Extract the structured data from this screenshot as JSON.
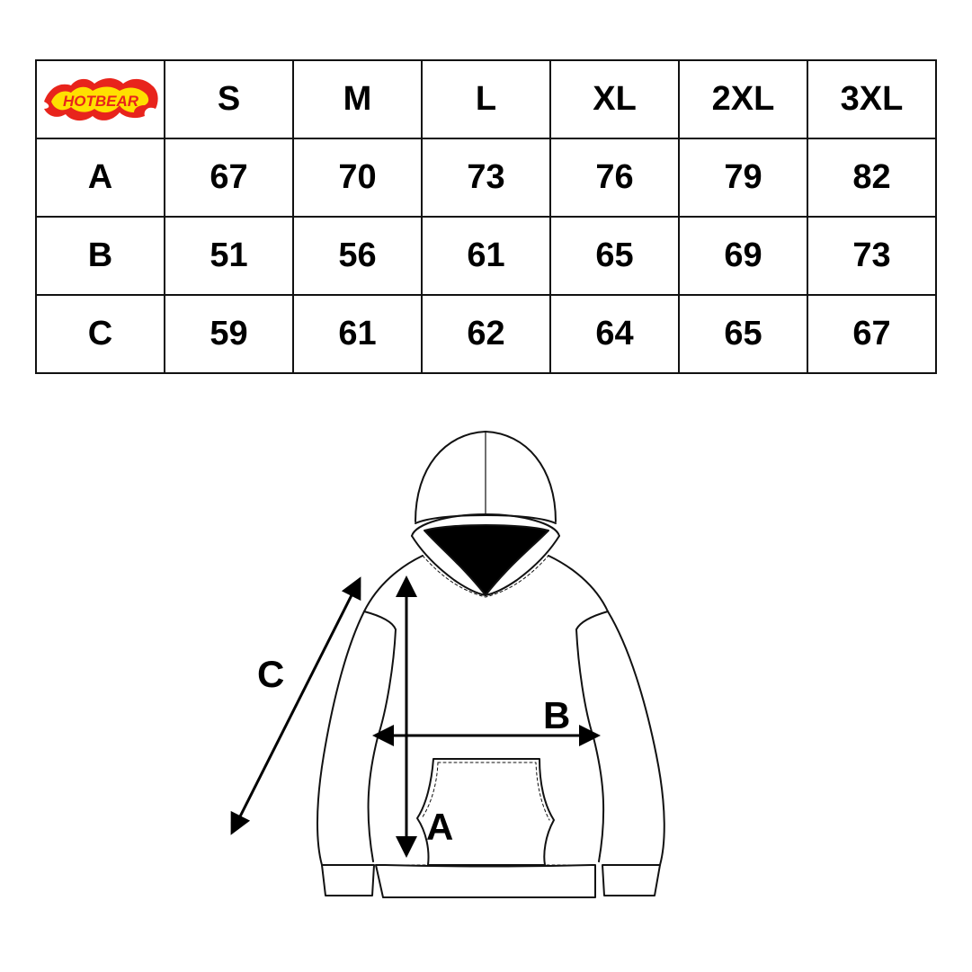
{
  "brand": {
    "logo_text": "HOTBEAR"
  },
  "table": {
    "headers": [
      "S",
      "M",
      "L",
      "XL",
      "2XL",
      "3XL"
    ],
    "rows": [
      {
        "label": "A",
        "values": [
          "67",
          "70",
          "73",
          "76",
          "79",
          "82"
        ]
      },
      {
        "label": "B",
        "values": [
          "51",
          "56",
          "61",
          "65",
          "69",
          "73"
        ]
      },
      {
        "label": "C",
        "values": [
          "59",
          "61",
          "62",
          "64",
          "65",
          "67"
        ]
      }
    ]
  },
  "diagram": {
    "labels": {
      "a": "A",
      "b": "B",
      "c": "C"
    }
  },
  "colors": {
    "logo_red": "#e8241c",
    "logo_yellow": "#ffe000",
    "line": "#111111"
  }
}
